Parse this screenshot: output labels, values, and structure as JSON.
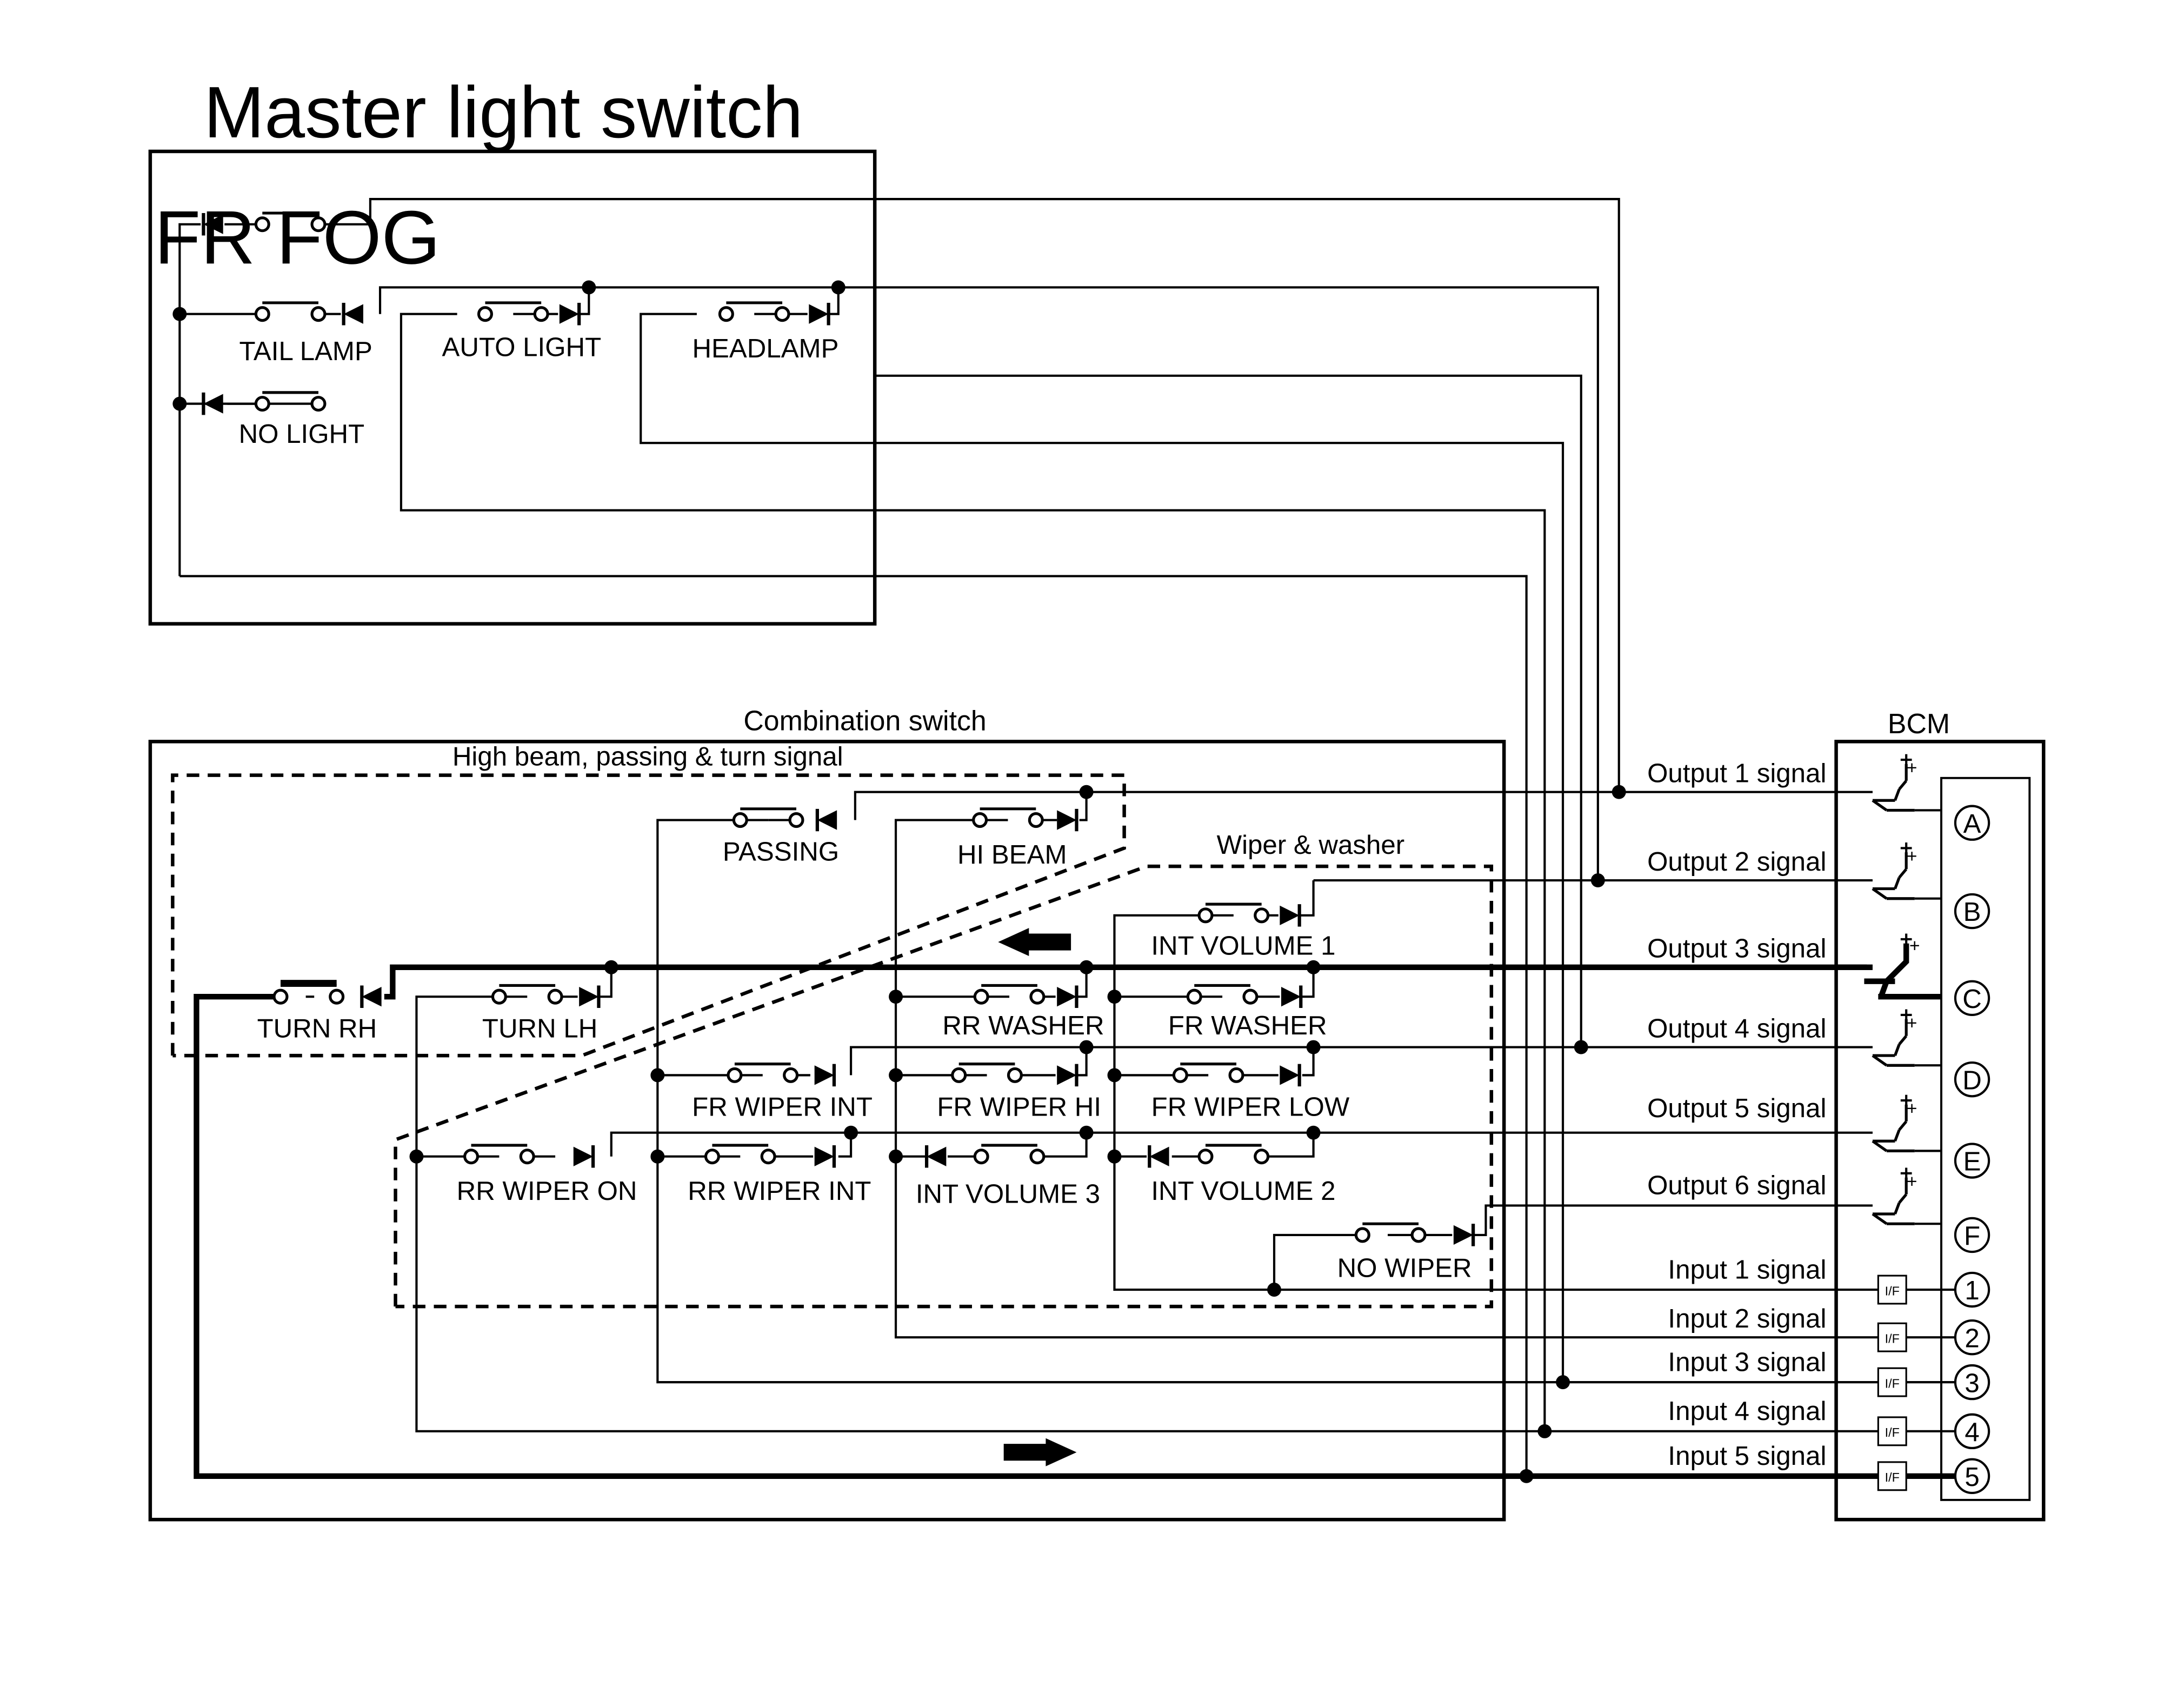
{
  "master_switch": {
    "title": "Master light switch",
    "switches": {
      "fr_fog": "FR FOG",
      "tail_lamp": "TAIL LAMP",
      "auto_light": "AUTO LIGHT",
      "headlamp": "HEADLAMP",
      "no_light": "NO LIGHT"
    }
  },
  "combination_switch": {
    "title": "Combination switch",
    "groups": {
      "high_beam": "High beam, passing & turn signal",
      "wiper": "Wiper & washer"
    },
    "switches": {
      "passing": "PASSING",
      "hi_beam": "HI BEAM",
      "int_volume_1": "INT VOLUME 1",
      "turn_rh": "TURN RH",
      "turn_lh": "TURN LH",
      "rr_washer": "RR WASHER",
      "fr_washer": "FR WASHER",
      "fr_wiper_int": "FR WIPER INT",
      "fr_wiper_hi": "FR WIPER HI",
      "fr_wiper_low": "FR WIPER LOW",
      "rr_wiper_on": "RR WIPER ON",
      "rr_wiper_int": "RR WIPER INT",
      "int_volume_3": "INT VOLUME 3",
      "int_volume_2": "INT VOLUME 2",
      "no_wiper": "NO WIPER"
    }
  },
  "bcm": {
    "title": "BCM",
    "interface_label": "I/F",
    "plus": "+",
    "outputs": [
      {
        "label": "Output 1 signal",
        "terminal": "A"
      },
      {
        "label": "Output 2 signal",
        "terminal": "B"
      },
      {
        "label": "Output 3 signal",
        "terminal": "C"
      },
      {
        "label": "Output 4 signal",
        "terminal": "D"
      },
      {
        "label": "Output 5 signal",
        "terminal": "E"
      },
      {
        "label": "Output 6 signal",
        "terminal": "F"
      }
    ],
    "inputs": [
      {
        "label": "Input 1 signal",
        "terminal": "1"
      },
      {
        "label": "Input 2 signal",
        "terminal": "2"
      },
      {
        "label": "Input 3 signal",
        "terminal": "3"
      },
      {
        "label": "Input 4 signal",
        "terminal": "4"
      },
      {
        "label": "Input 5 signal",
        "terminal": "5"
      }
    ]
  }
}
